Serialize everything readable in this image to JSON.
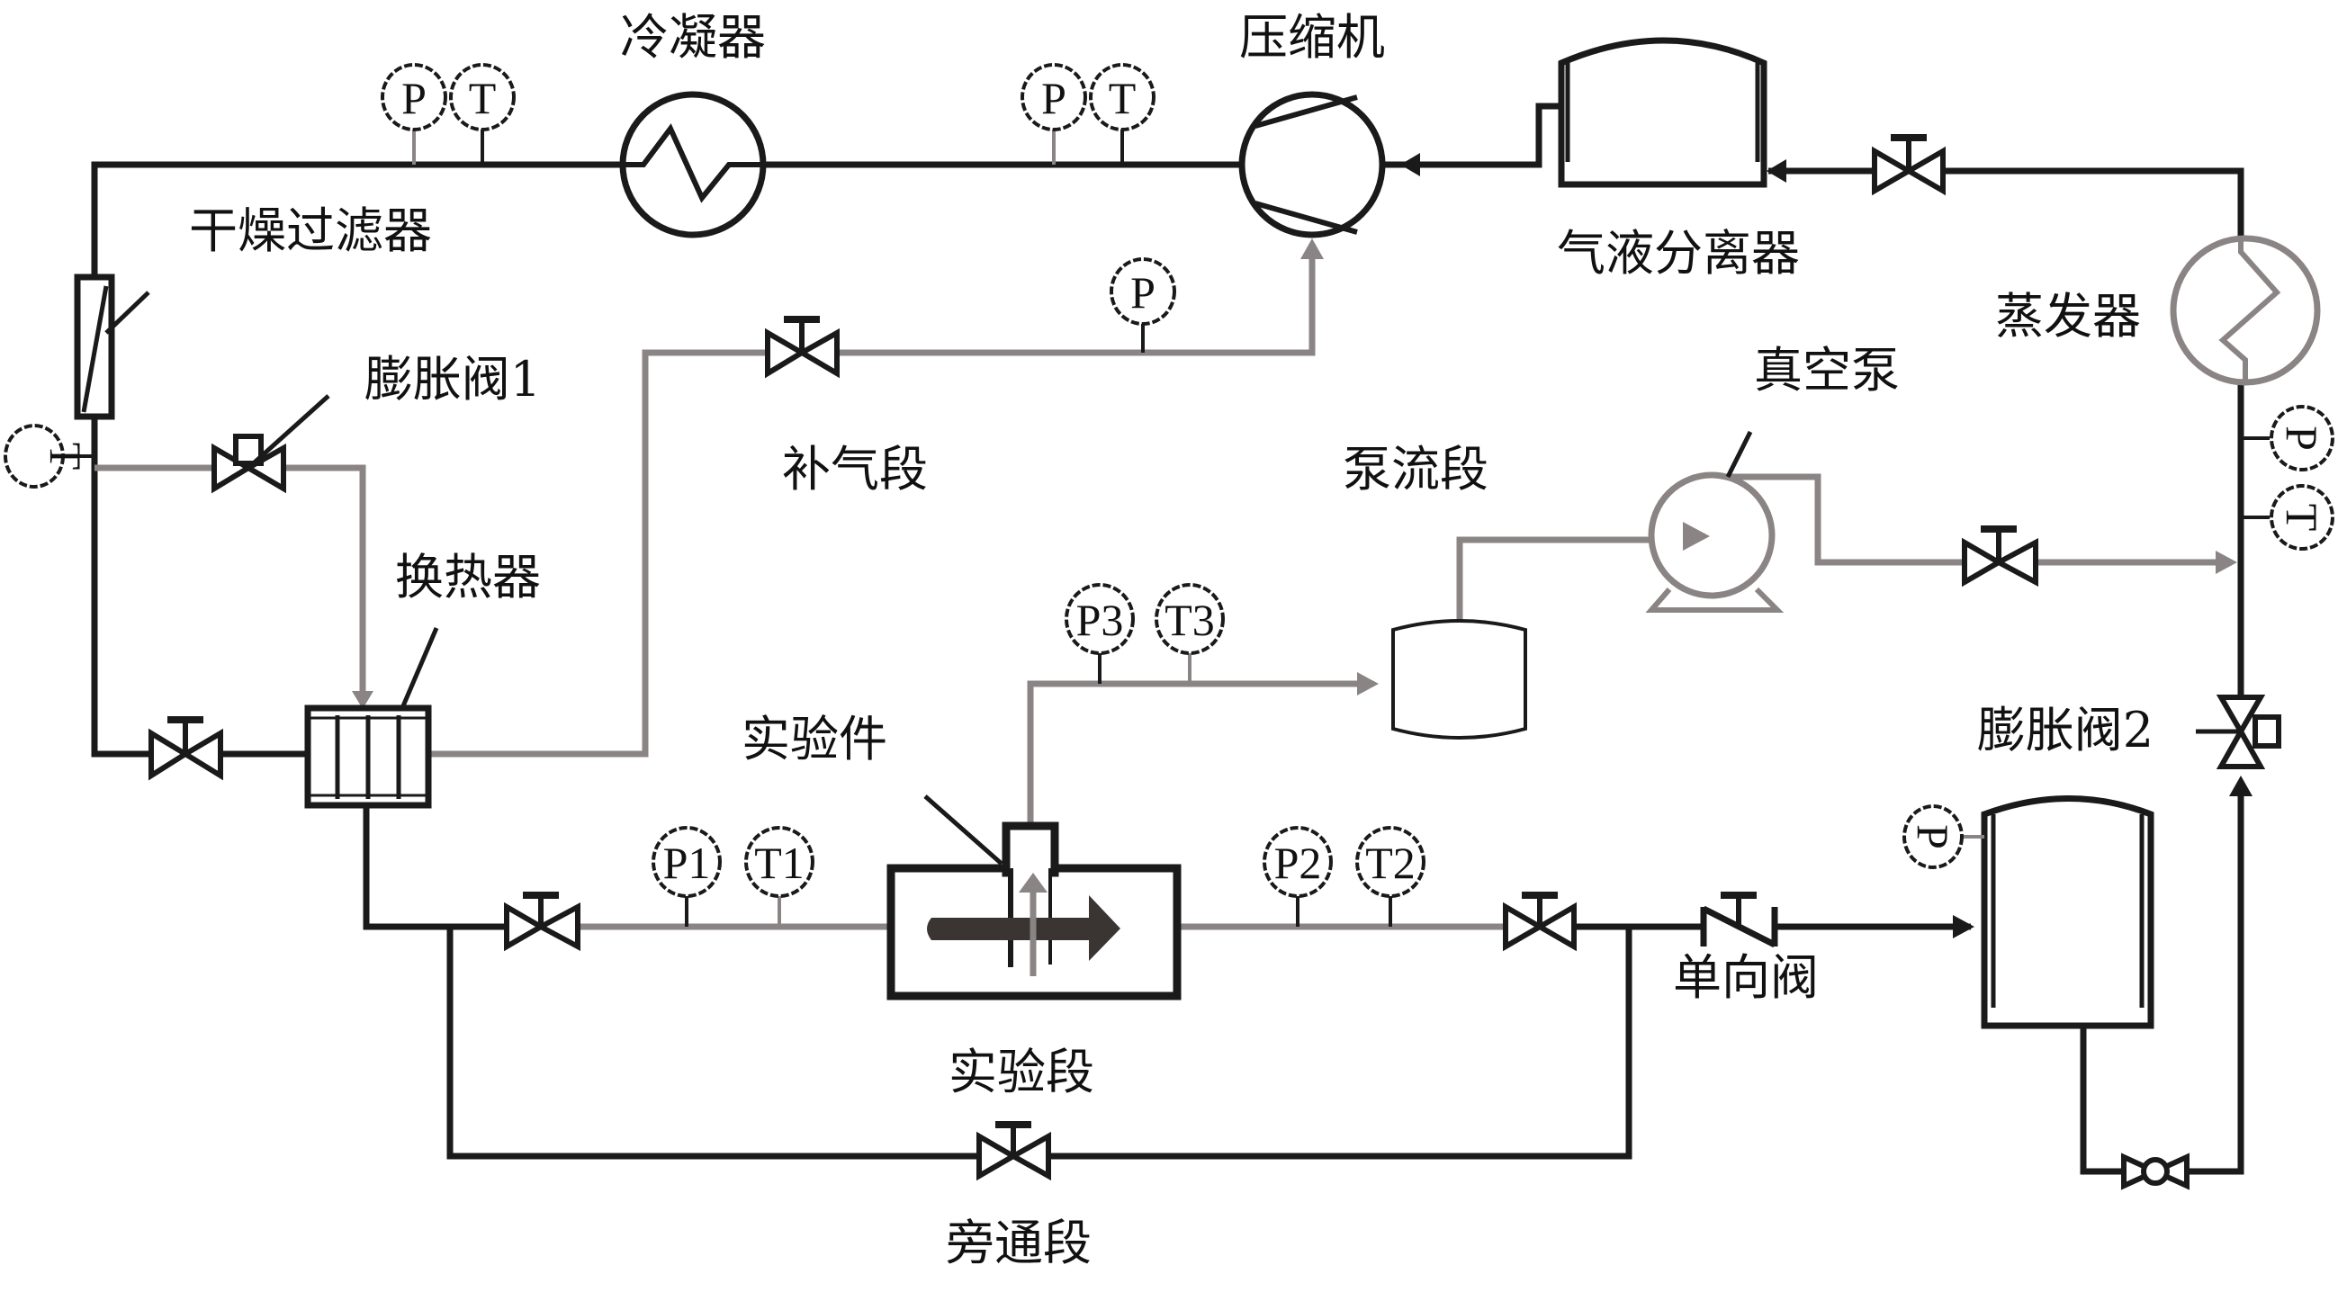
{
  "diagram": {
    "title": "制冷系统实验装置流程图",
    "components": {
      "condenser": "冷凝器",
      "compressor": "压缩机",
      "gas_liquid_separator": "气液分离器",
      "evaporator": "蒸发器",
      "dry_filter": "干燥过滤器",
      "expansion_valve_1": "膨胀阀1",
      "expansion_valve_2": "膨胀阀2",
      "heat_exchanger": "换热器",
      "vacuum_pump": "真空泵",
      "test_piece": "实验件",
      "check_valve": "单向阀"
    },
    "sections": {
      "gas_supply": "补气段",
      "pump_flow": "泵流段",
      "test_section": "实验段",
      "bypass": "旁通段"
    },
    "instruments": {
      "condenser_inlet_p": "P",
      "condenser_inlet_t": "T",
      "compressor_outlet_p": "P",
      "compressor_outlet_t": "T",
      "gas_supply_p": "P",
      "filter_t": "T",
      "evaporator_p": "P",
      "evaporator_t": "T",
      "test_p1": "P1",
      "test_t1": "T1",
      "test_p2": "P2",
      "test_t2": "T2",
      "test_p3": "P3",
      "test_t3": "T3",
      "receiver_p": "P"
    },
    "colors": {
      "main_loop": "#1a1a1a",
      "auxiliary_loop": "#8a8584",
      "test_flow_arrow": "#3a3533",
      "background": "#ffffff"
    }
  }
}
